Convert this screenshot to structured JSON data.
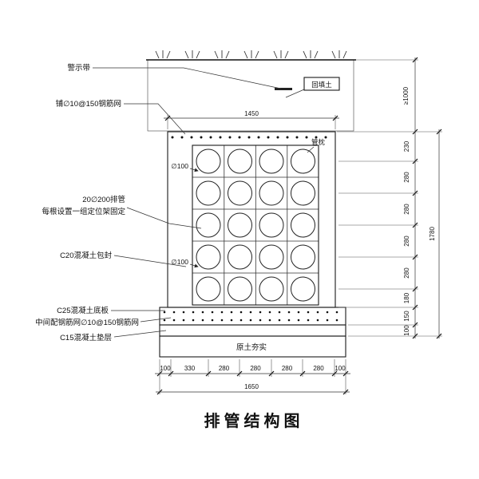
{
  "title": "排管结构图",
  "callouts": {
    "warning_tape": "警示带",
    "top_mesh": "铺∅10@150钢筋网",
    "pipes_line1": "20∅200排管",
    "pipes_line2": "每根设置一组定位架固定",
    "encasement": "C20混凝土包封",
    "base_slab": "C25混凝土底板",
    "mid_mesh": "中间配钢筋网∅10@150钢筋网",
    "cushion": "C15混凝土垫层",
    "backfill": "回填土",
    "pipe_pillow": "管枕",
    "pipe_dia_upper": "∅100",
    "pipe_dia_lower": "∅100",
    "compacted_soil": "原土夯实"
  },
  "dimensions": {
    "top_width": "1450",
    "bottom_segments": [
      "100",
      "330",
      "280",
      "280",
      "280",
      "280",
      "100"
    ],
    "bottom_total": "1650",
    "right_segments": [
      "230",
      "280",
      "280",
      "280",
      "280",
      "180",
      "150",
      "100"
    ],
    "right_total": "1780",
    "cover_depth": "≥1000"
  },
  "colors": {
    "line": "#1a1a1a",
    "background": "#ffffff"
  }
}
